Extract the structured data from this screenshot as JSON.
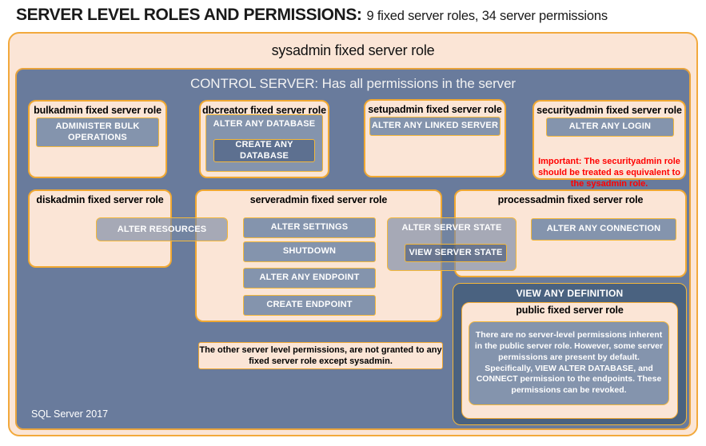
{
  "title": {
    "main": "SERVER LEVEL ROLES AND PERMISSIONS:",
    "subtitle": "9 fixed server roles, 34 server permissions"
  },
  "sysadmin": {
    "label": "sysadmin fixed server role"
  },
  "control_server": {
    "label": "CONTROL SERVER: Has all permissions in the server",
    "footer": "SQL Server 2017"
  },
  "roles": {
    "bulkadmin": {
      "title": "bulkadmin fixed server role",
      "permissions": [
        "ADMINISTER BULK OPERATIONS"
      ]
    },
    "dbcreator": {
      "title": "dbcreator fixed server role",
      "outer_permission": "ALTER ANY DATABASE",
      "nested_permission": "CREATE ANY DATABASE"
    },
    "setupadmin": {
      "title": "setupadmin fixed server role",
      "permissions": [
        "ALTER ANY LINKED SERVER"
      ]
    },
    "securityadmin": {
      "title": "securityadmin fixed server role",
      "permissions": [
        "ALTER ANY LOGIN"
      ],
      "warning": "Important: The securityadmin role should be treated as equivalent to the sysadmin role."
    },
    "diskadmin": {
      "title": "diskadmin fixed server role",
      "permissions": [
        "ALTER RESOURCES"
      ]
    },
    "serveradmin": {
      "title": "serveradmin fixed server role",
      "permissions": [
        "ALTER SETTINGS",
        "SHUTDOWN",
        "ALTER ANY ENDPOINT",
        "CREATE ENDPOINT"
      ],
      "outer_permission": "ALTER SERVER STATE",
      "nested_permission": "VIEW SERVER STATE"
    },
    "processadmin": {
      "title": "processadmin fixed server role",
      "permissions": [
        "ALTER ANY CONNECTION"
      ]
    },
    "public": {
      "container_permission": "VIEW ANY DEFINITION",
      "title": "public fixed server role",
      "description": "There are no server-level permissions inherent in the public server role. However, some server permissions are present by default. Specifically, VIEW ALTER DATABASE, and CONNECT permission to the endpoints. These permissions can be revoked."
    }
  },
  "note": "The other server level permissions, are not granted to any fixed server role except sysadmin.",
  "colors": {
    "accent_orange": "#F2A93C",
    "panel_blue": "#697B9C",
    "permission_fill": "#8494AD",
    "nested_fill": "#5D7090",
    "dark_panel": "#4A6280",
    "peach": "#FBE5D6",
    "warning_red": "#FF0000"
  }
}
